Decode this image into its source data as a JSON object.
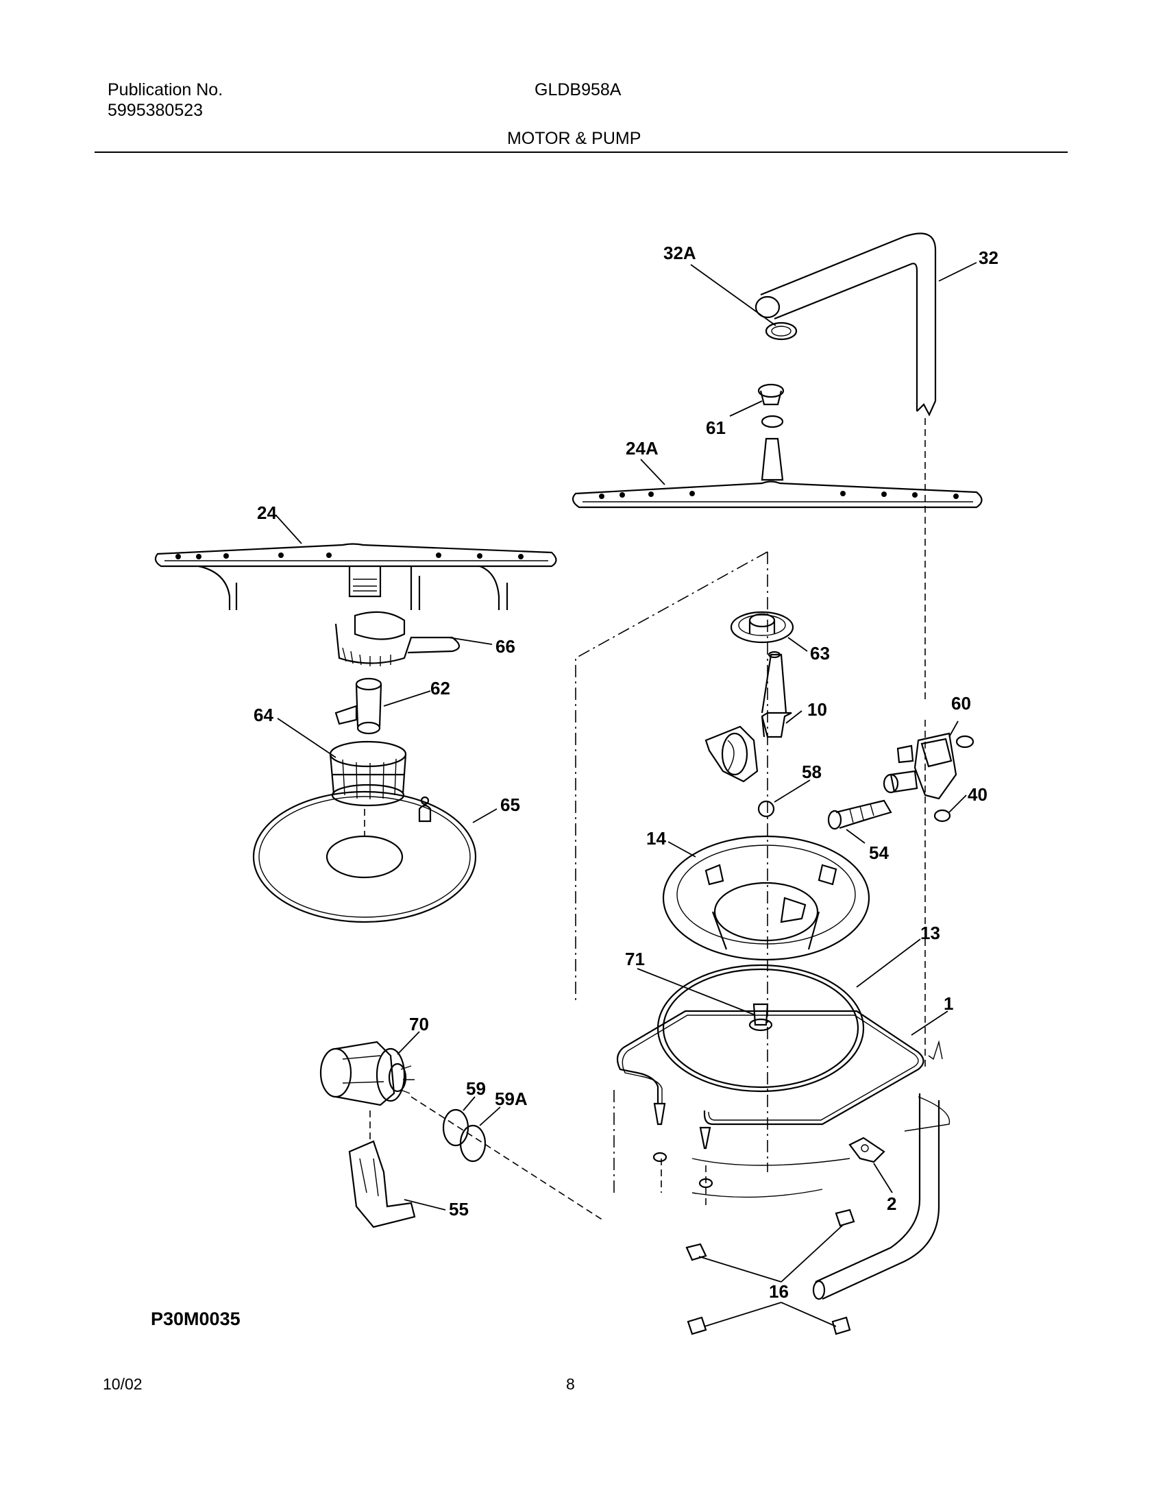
{
  "header": {
    "publication_label": "Publication No.",
    "publication_number": "5995380523",
    "model": "GLDB958A",
    "section_title": "MOTOR & PUMP"
  },
  "diagram": {
    "code": "P30M0035",
    "callouts": [
      "32A",
      "32",
      "61",
      "24A",
      "24",
      "66",
      "62",
      "64",
      "65",
      "63",
      "10",
      "60",
      "58",
      "40",
      "54",
      "14",
      "13",
      "71",
      "1",
      "70",
      "59",
      "59A",
      "55",
      "2",
      "16"
    ]
  },
  "footer": {
    "date": "10/02",
    "page": "8"
  }
}
